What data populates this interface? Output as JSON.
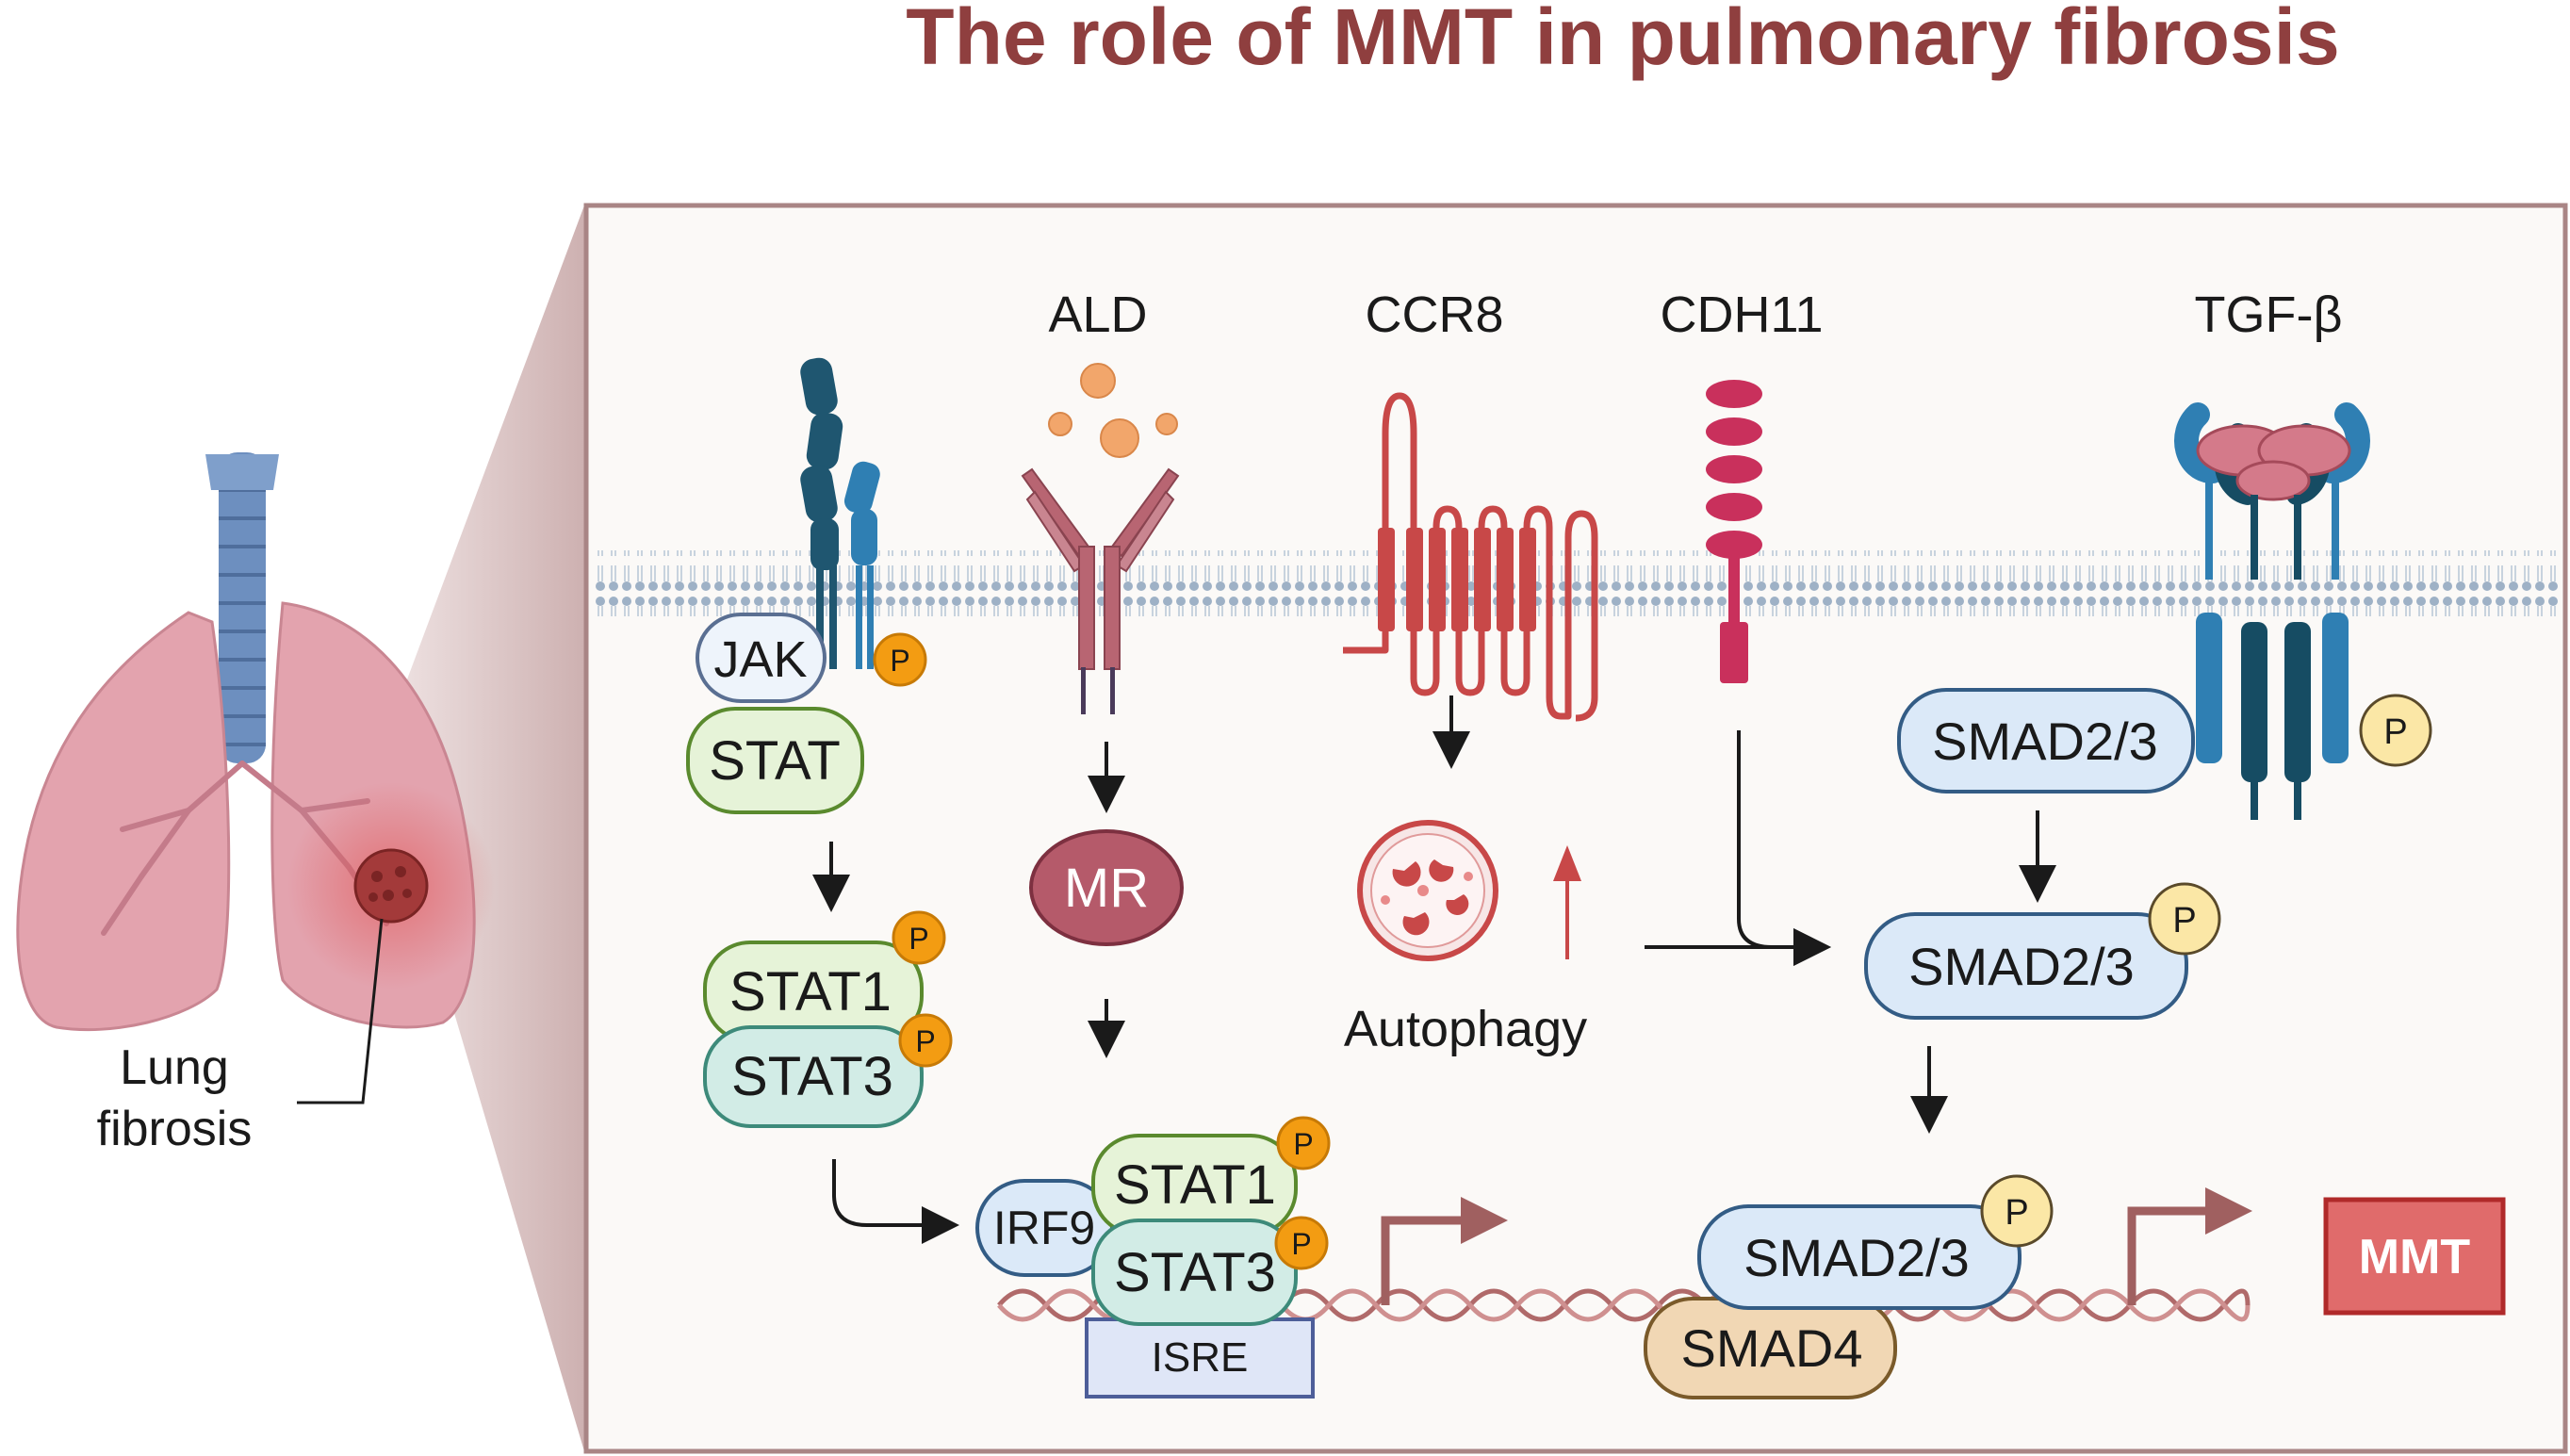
{
  "title": "The role of MMT in pulmonary fibrosis",
  "organ_label": [
    "Lung",
    "fibrosis"
  ],
  "receptors": {
    "ald": "ALD",
    "ccr8": "CCR8",
    "cdh11": "CDH11",
    "tgfb": "TGF-β"
  },
  "jak_pathway": {
    "jak": "JAK",
    "stat": "STAT",
    "stat1": "STAT1",
    "stat3": "STAT3"
  },
  "mr": "MR",
  "autophagy": "Autophagy",
  "nuclear": {
    "irf9": "IRF9",
    "stat1": "STAT1",
    "stat3": "STAT3",
    "isre": "ISRE",
    "smad23": "SMAD2/3",
    "smad4": "SMAD4"
  },
  "smad_cyto_1": "SMAD2/3",
  "smad_cyto_2": "SMAD2/3",
  "phospho": "P",
  "outcome": "MMT",
  "colors": {
    "title": "#8f3f3f",
    "panel_border": "#a98585",
    "panel_bg": "#fbf9f7",
    "membrane": "#9eb1c6",
    "stat_green": "#e6f3d8",
    "stat_border": "#5a8a2e",
    "stat3_teal": "#d2ece6",
    "phospho_orange": "#f39c12",
    "smad_blue": "#dbe9f8",
    "smad_border": "#335c85",
    "smad4_tan": "#f1d7b4",
    "mr_fill": "#b55a6a",
    "ald_color": "#b86572",
    "ccr8_color": "#c84848",
    "cdh11_color": "#c9305c",
    "tgf_blue": "#2f7fb3",
    "tgf_dark": "#164c63",
    "dna": "#b06a6a",
    "mmt_fill": "#e06b6b",
    "mmt_border": "#b02a2a"
  }
}
